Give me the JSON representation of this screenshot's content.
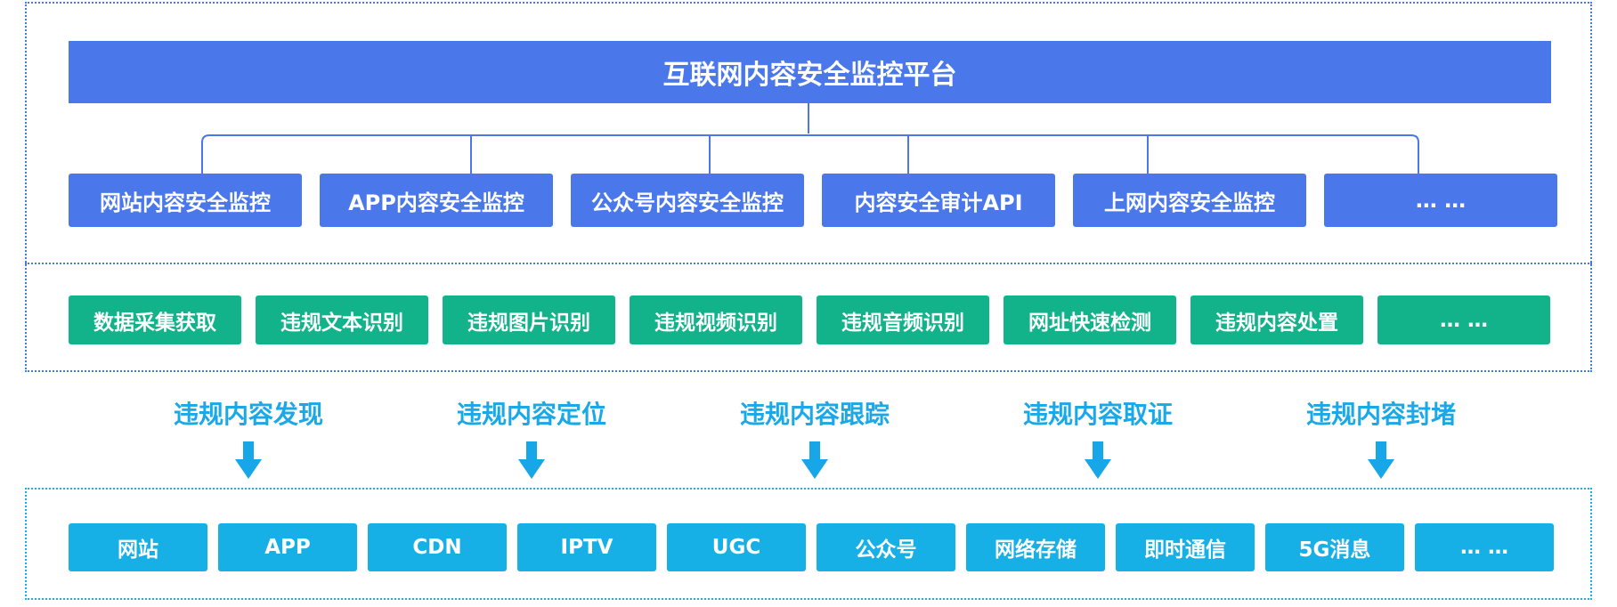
{
  "platform": {
    "title": "互联网内容安全监控平台"
  },
  "monitoring": [
    "网站内容安全监控",
    "APP内容安全监控",
    "公众号内容安全监控",
    "内容安全审计API",
    "上网内容安全监控",
    "… …"
  ],
  "capabilities": [
    "数据采集获取",
    "违规文本识别",
    "违规图片识别",
    "违规视频识别",
    "违规音频识别",
    "网址快速检测",
    "违规内容处置",
    "… …"
  ],
  "stages": [
    "违规内容发现",
    "违规内容定位",
    "违规内容跟踪",
    "违规内容取证",
    "违规内容封堵"
  ],
  "channels": [
    "网站",
    "APP",
    "CDN",
    "IPTV",
    "UGC",
    "公众号",
    "网络存储",
    "即时通信",
    "5G消息",
    "… …"
  ],
  "colors": {
    "platform_blue": "#4a78ea",
    "capability_green": "#12b38a",
    "channel_cyan": "#17b0e6",
    "stage_text": "#1aa8e6"
  }
}
